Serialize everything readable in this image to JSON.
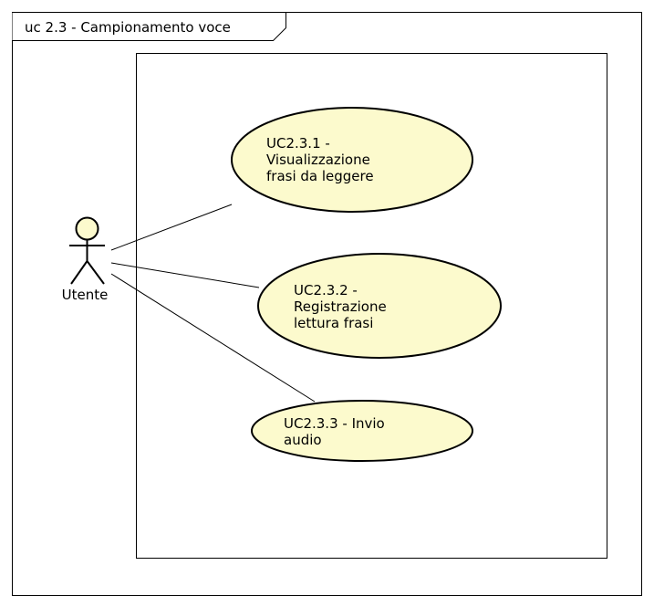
{
  "frame": {
    "title": "uc 2.3 - Campionamento voce"
  },
  "actor": {
    "name": "Utente"
  },
  "use_cases": [
    {
      "lines": [
        "UC2.3.1 -",
        "Visualizzazione",
        "frasi da leggere"
      ]
    },
    {
      "lines": [
        "UC2.3.2 -",
        "Registrazione",
        "lettura frasi"
      ]
    },
    {
      "lines": [
        "UC2.3.3 - Invio",
        "audio"
      ]
    }
  ],
  "colors": {
    "use_case_fill": "#fcfacd",
    "actor_head_fill": "#fcfacd",
    "stroke": "#000000",
    "background": "#ffffff"
  }
}
